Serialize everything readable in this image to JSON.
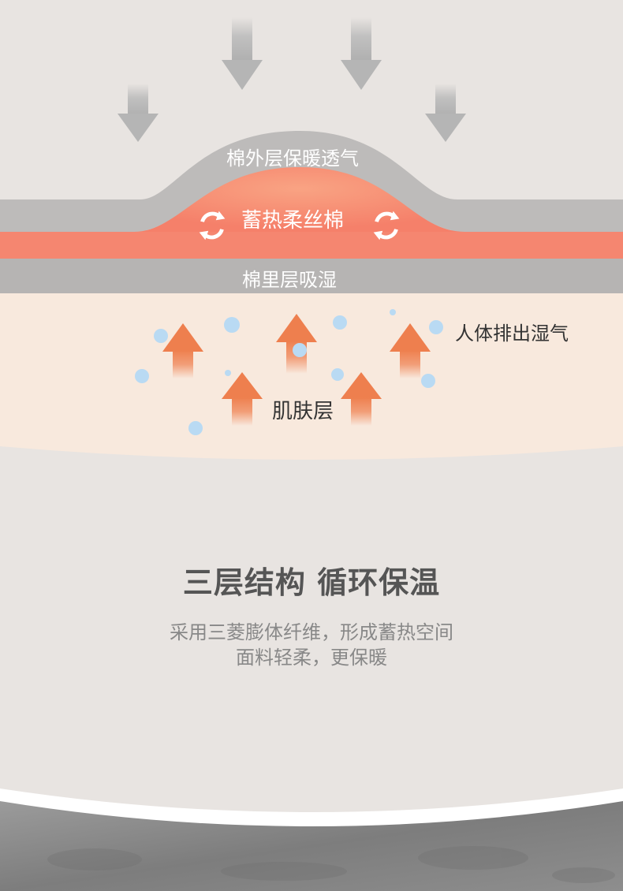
{
  "diagram": {
    "outer_layer_label": "棉外层保暖透气",
    "middle_layer_label": "蓄热柔丝棉",
    "inner_layer_label": "棉里层吸湿",
    "moisture_label": "人体排出湿气",
    "skin_label": "肌肤层"
  },
  "copy": {
    "headline": "三层结构 循环保温",
    "description_line1": "采用三菱膨体纤维，形成蓄热空间",
    "description_line2": "面料轻柔，更保暖"
  },
  "colors": {
    "outer_layer": "#bdbbba",
    "heat_layer": "#f58670",
    "inner_layer": "#b6b4b3",
    "skin_zone": "#f8e9dd",
    "up_arrow": "#f08a5d",
    "down_arrow": "#bdbdbd",
    "moisture_dot": "#b9daf3"
  },
  "icons": [
    "down-arrow-icon",
    "up-arrow-icon",
    "circulation-icon",
    "moisture-bubble-icon",
    "fabric-texture"
  ]
}
